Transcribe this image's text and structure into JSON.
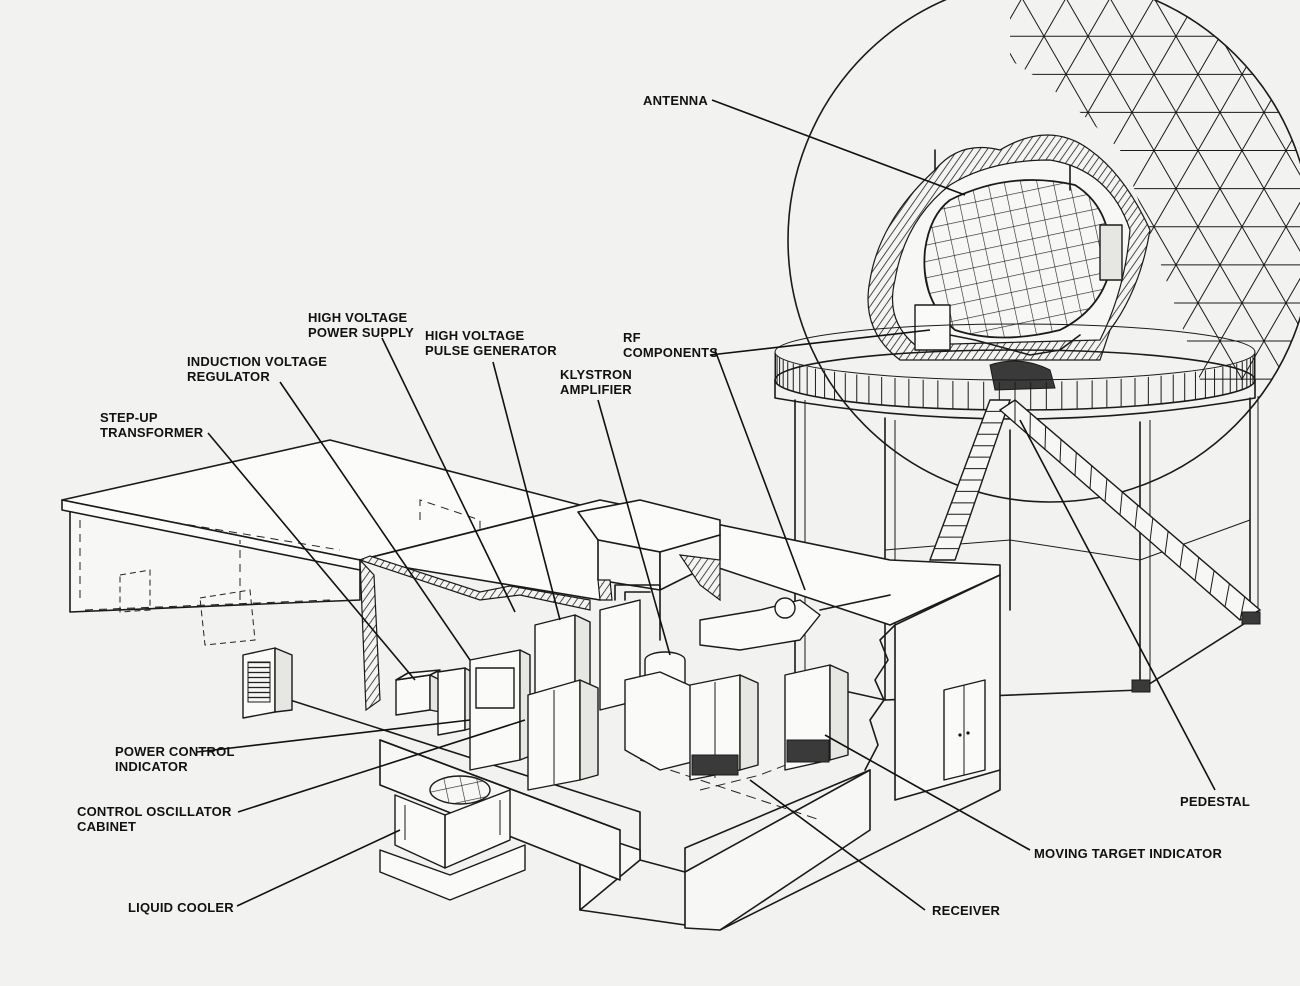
{
  "labels": {
    "antenna": "ANTENNA",
    "rf_components": [
      "RF",
      "COMPONENTS"
    ],
    "hv_power_supply": [
      "HIGH VOLTAGE",
      "POWER SUPPLY"
    ],
    "hv_pulse_generator": [
      "HIGH VOLTAGE",
      "PULSE GENERATOR"
    ],
    "induction_voltage_regulator": [
      "INDUCTION VOLTAGE",
      "REGULATOR"
    ],
    "klystron_amplifier": [
      "KLYSTRON",
      "AMPLIFIER"
    ],
    "step_up_transformer": [
      "STEP-UP",
      "TRANSFORMER"
    ],
    "power_control_indicator": [
      "POWER CONTROL",
      "INDICATOR"
    ],
    "control_oscillator_cabinet": [
      "CONTROL OSCILLATOR",
      "CABINET"
    ],
    "liquid_cooler": "LIQUID COOLER",
    "pedestal": "PEDESTAL",
    "moving_target_indicator": "MOVING TARGET INDICATOR",
    "receiver": "RECEIVER"
  }
}
